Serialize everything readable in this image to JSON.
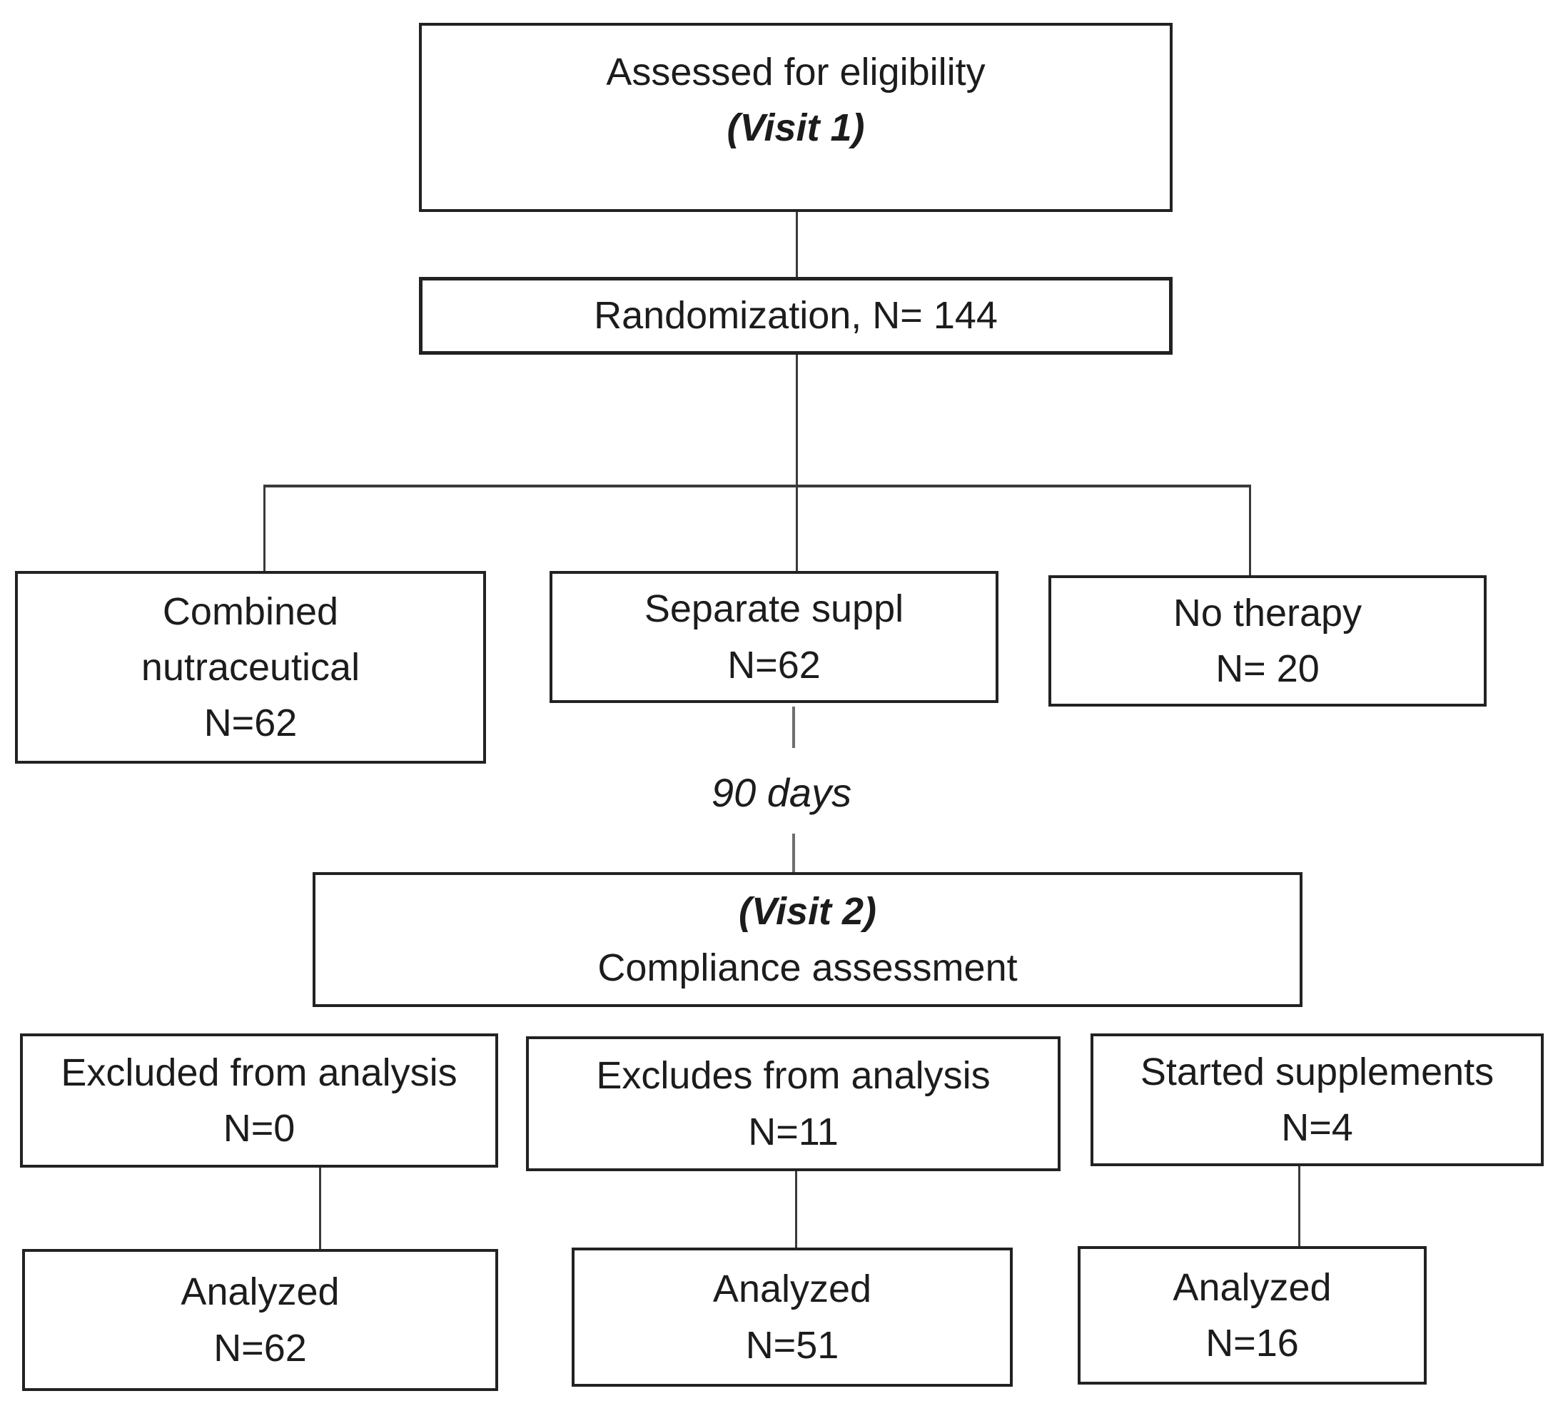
{
  "diagram": {
    "background_color": "#ffffff",
    "box_border_color": "#222222",
    "connector_color": "#3a3a3a",
    "nodes": {
      "eligibility": {
        "line1": "Assessed for eligibility",
        "line2": "(Visit 1)"
      },
      "randomization": {
        "line1": "Randomization, N= 144"
      },
      "combined": {
        "line1": "Combined",
        "line2": "nutraceutical",
        "line3": "N=62"
      },
      "separate": {
        "line1": "Separate suppl",
        "line2": "N=62"
      },
      "no_therapy": {
        "line1": "No therapy",
        "line2": "N= 20"
      },
      "interval_label": "90 days",
      "visit2": {
        "line1": "(Visit 2)",
        "line2": "Compliance assessment"
      },
      "excluded_left": {
        "line1": "Excluded from analysis",
        "line2": "N=0"
      },
      "excluded_mid": {
        "line1": "Excludes from analysis",
        "line2": "N=11"
      },
      "started_supplements": {
        "line1": "Started supplements",
        "line2": "N=4"
      },
      "analyzed_left": {
        "line1": "Analyzed",
        "line2": "N=62"
      },
      "analyzed_mid": {
        "line1": "Analyzed",
        "line2": "N=51"
      },
      "analyzed_right": {
        "line1": "Analyzed",
        "line2": "N=16"
      }
    }
  }
}
